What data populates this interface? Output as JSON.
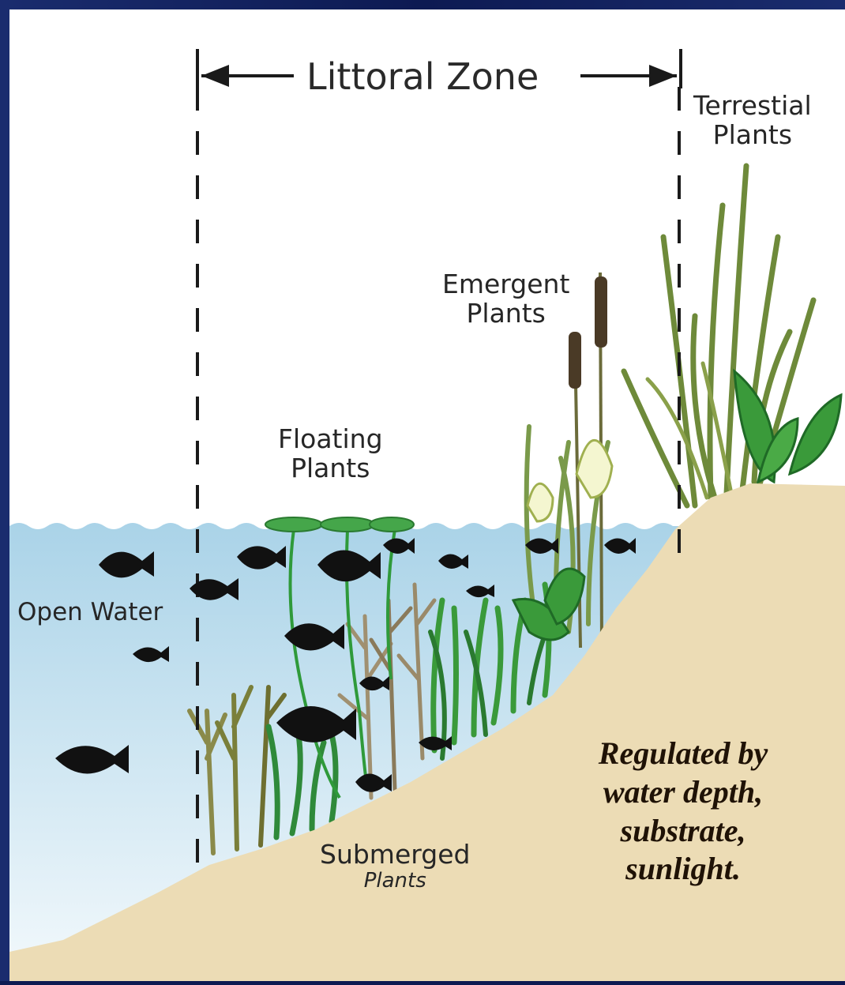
{
  "diagram": {
    "zone_label": "Littoral Zone",
    "labels": {
      "terrestrial_line1": "Terrestial",
      "terrestrial_line2": "Plants",
      "emergent_line1": "Emergent",
      "emergent_line2": "Plants",
      "floating_line1": "Floating",
      "floating_line2": "Plants",
      "open_water": "Open Water",
      "submerged_line1": "Submerged",
      "submerged_line2": "Plants"
    },
    "note": {
      "line1": "Regulated by",
      "line2": "water depth,",
      "line3": "substrate,",
      "line4": "sunlight."
    }
  },
  "colors": {
    "frame": "#0d1a52",
    "sky": "#ffffff",
    "water_top": "#aad3e8",
    "water_bottom": "#f3f9fc",
    "soil": "#ecdcb5",
    "plant_green": "#2f8a3a",
    "plant_olive": "#7e8a3a",
    "fish": "#111111",
    "text": "#262626"
  }
}
